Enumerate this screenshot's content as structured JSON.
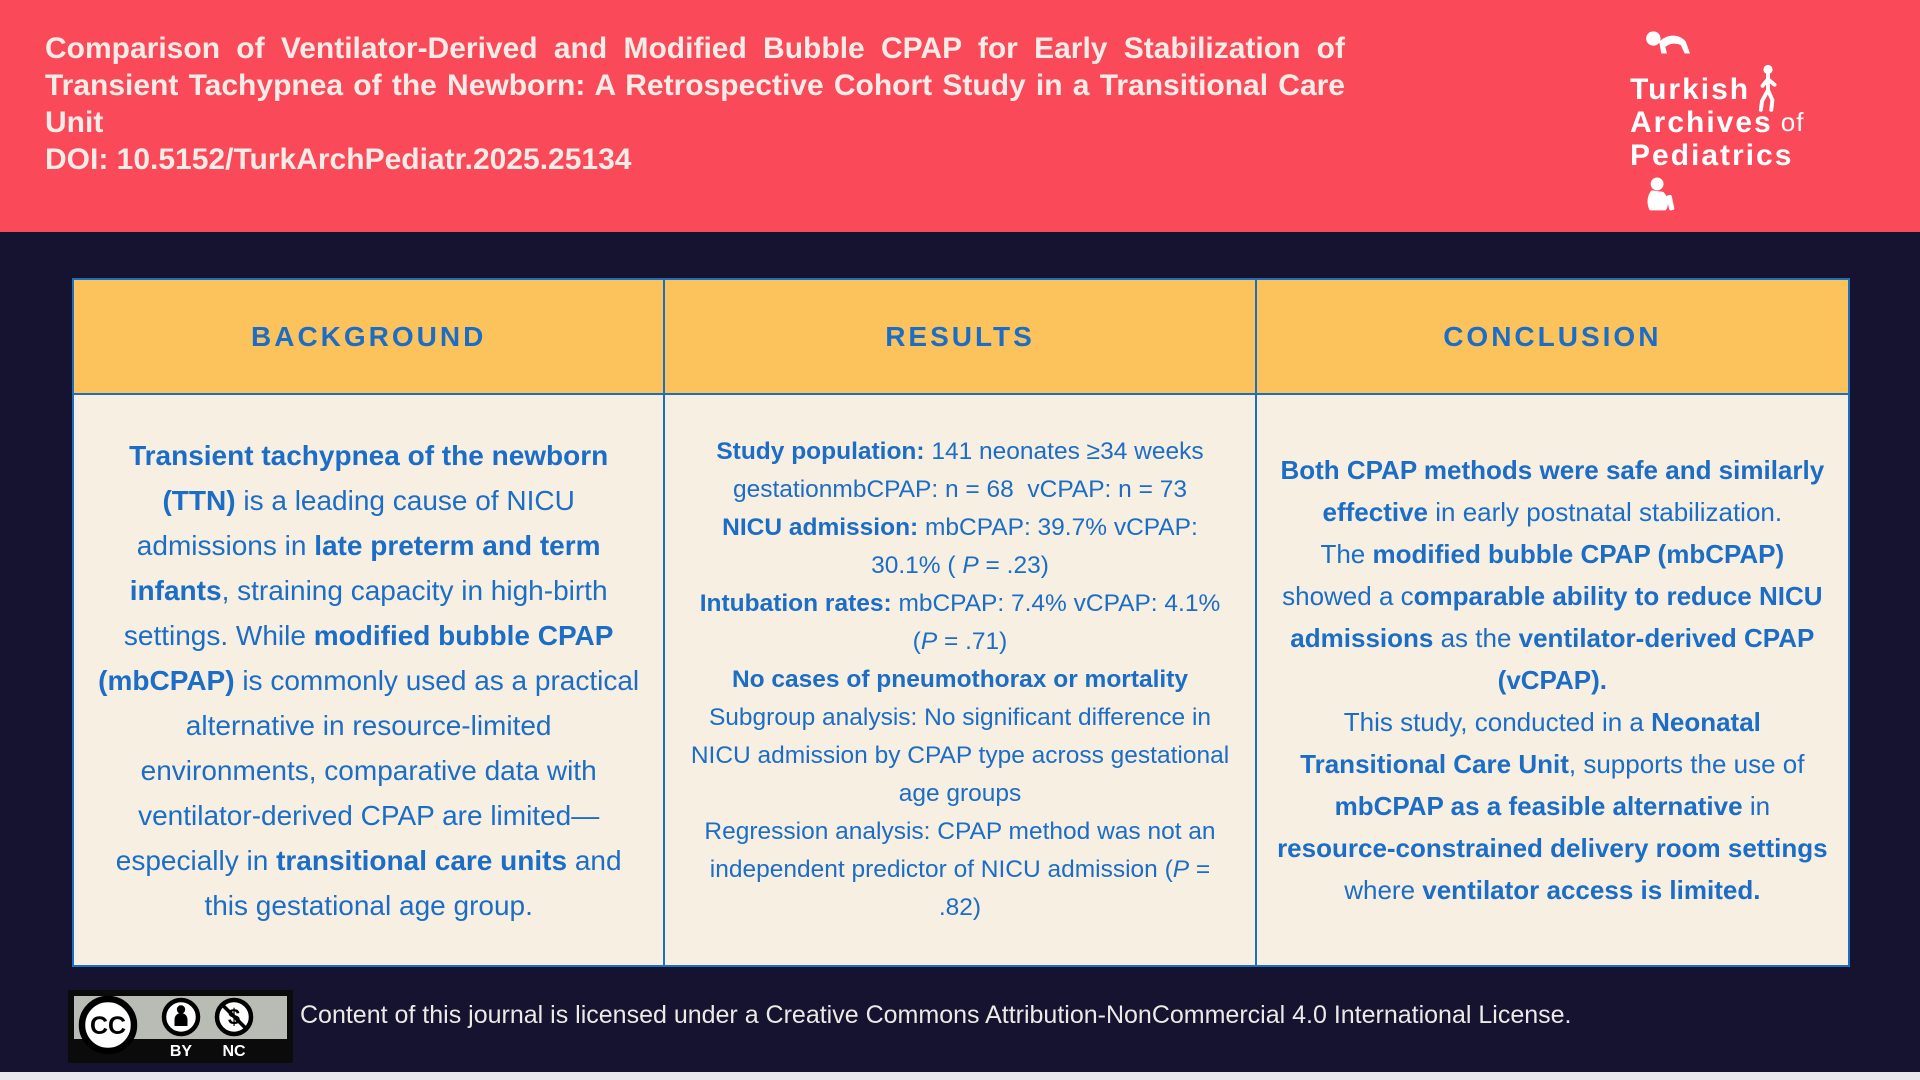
{
  "banner": {
    "title": "Comparison of Ventilator-Derived and Modified Bubble CPAP for Early Stabilization of Transient Tachypnea of the Newborn: A Retrospective Cohort Study in a Transitional Care Unit",
    "doi": "DOI: 10.5152/TurkArchPediatr.2025.25134",
    "bg_color": "#FA4959",
    "text_color": "#F6ECE7"
  },
  "logo": {
    "word1": "Turkish",
    "word2": "Archives",
    "word2b": "of",
    "word3": "Pediatrics",
    "icons": [
      "crawling-baby-icon",
      "walking-child-icon",
      "reading-baby-icon"
    ]
  },
  "colors": {
    "page_bg": "#161330",
    "table_header_bg": "#FCC35C",
    "table_cell_bg": "#F7EFE2",
    "accent_blue": "#1B6DC6",
    "border_blue": "#1C6FC0"
  },
  "table": {
    "columns": [
      {
        "header": "BACKGROUND",
        "segments": [
          {
            "t": "Transient tachypnea of the newborn (TTN)",
            "b": true
          },
          {
            "t": " is a leading cause of NICU admissions in "
          },
          {
            "t": "late preterm and term infants",
            "b": true
          },
          {
            "t": ", straining capacity in high-birth settings. While "
          },
          {
            "t": "modified bubble CPAP (mbCPAP)",
            "b": true
          },
          {
            "t": " is commonly used as a practical alternative in resource-limited environments, comparative data with ventilator-derived CPAP are limited—especially in "
          },
          {
            "t": "transitional care units",
            "b": true
          },
          {
            "t": " and this gestational age group."
          }
        ]
      },
      {
        "header": "RESULTS",
        "segments": [
          {
            "t": "Study population:",
            "b": true
          },
          {
            "t": " 141 neonates ≥34 weeks gestationmbCPAP: n = 68  vCPAP: n = 73"
          },
          {
            "br": true
          },
          {
            "t": "NICU admission:",
            "b": true
          },
          {
            "t": " mbCPAP: 39.7% vCPAP: 30.1% ( "
          },
          {
            "t": "P",
            "i": true
          },
          {
            "t": " = .23)"
          },
          {
            "br": true
          },
          {
            "t": "Intubation rates:",
            "b": true
          },
          {
            "t": " mbCPAP: 7.4% vCPAP: 4.1% ("
          },
          {
            "t": "P",
            "i": true
          },
          {
            "t": " = .71)"
          },
          {
            "br": true
          },
          {
            "t": "No cases of pneumothorax or mortality",
            "b": true
          },
          {
            "br": true
          },
          {
            "t": "Subgroup analysis: No significant difference in NICU admission by CPAP type across gestational age groups"
          },
          {
            "br": true
          },
          {
            "t": "Regression analysis: CPAP method was not an independent predictor of NICU admission ("
          },
          {
            "t": "P",
            "i": true
          },
          {
            "t": " = .82)"
          }
        ]
      },
      {
        "header": "CONCLUSION",
        "segments": [
          {
            "t": "Both CPAP methods were safe and similarly effective",
            "b": true
          },
          {
            "t": " in early postnatal stabilization."
          },
          {
            "br": true
          },
          {
            "t": "The "
          },
          {
            "t": "modified bubble CPAP (mbCPAP)",
            "b": true
          },
          {
            "t": " showed a c"
          },
          {
            "t": "omparable ability to reduce NICU admissions",
            "b": true
          },
          {
            "t": " as the "
          },
          {
            "t": "ventilator-derived CPAP (vCPAP).",
            "b": true
          },
          {
            "br": true
          },
          {
            "t": "This study, conducted in a "
          },
          {
            "t": "Neonatal Transitional Care Unit",
            "b": true
          },
          {
            "t": ", supports the use of "
          },
          {
            "t": "mbCPAP as a feasible alternative",
            "b": true
          },
          {
            "t": " in "
          },
          {
            "t": "resource-constrained delivery room settings",
            "b": true
          },
          {
            "t": " where "
          },
          {
            "t": "ventilator access is limited.",
            "b": true
          }
        ]
      }
    ]
  },
  "footer": {
    "license": "Content of this journal is licensed under a Creative Commons Attribution-NonCommercial 4.0 International License.",
    "badge": {
      "cc": "CC",
      "by": "BY",
      "nc": "NC"
    }
  }
}
